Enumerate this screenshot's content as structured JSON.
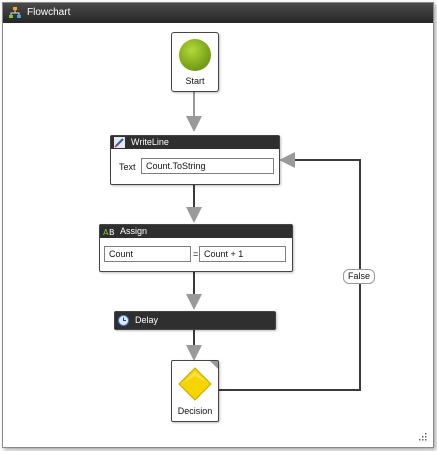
{
  "window": {
    "title": "Flowchart",
    "icon": "flowchart-icon"
  },
  "nodes": {
    "start": {
      "label": "Start",
      "icon": "start-circle-icon"
    },
    "writeline": {
      "title": "WriteLine",
      "icon": "writeline-icon",
      "text_label": "Text",
      "text_value": "Count.ToString"
    },
    "assign": {
      "title": "Assign",
      "icon": "assign-icon",
      "to_value": "Count",
      "operator": "=",
      "value": "Count + 1"
    },
    "delay": {
      "title": "Delay",
      "icon": "clock-icon"
    },
    "decision": {
      "label": "Decision",
      "icon": "decision-diamond-icon"
    }
  },
  "connectors": {
    "false_label": "False"
  },
  "colors": {
    "header": "#2f2f2f",
    "start_green": "#7fa81a",
    "decision_yellow": "#f5d400",
    "wire": "#9a9a9a",
    "wire_dark": "#3a3a3a"
  }
}
